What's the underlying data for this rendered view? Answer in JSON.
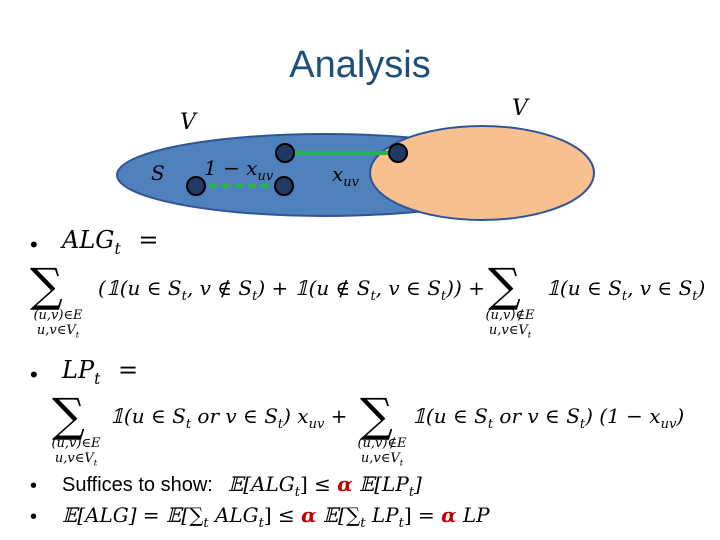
{
  "title": "Analysis",
  "diagram": {
    "label_left_set": "V",
    "label_right_set": "V",
    "label_inner_set": "S",
    "label_edge_cut": "1 − x",
    "label_edge_cut_sub": "uv",
    "label_edge_in": "x",
    "label_edge_in_sub": "uv",
    "colors": {
      "outer_ellipse": "#4f81bd",
      "inner_ellipse": "#f9c08f",
      "edge_green": "#28b34b",
      "node": "#1f3a63"
    }
  },
  "alg": {
    "bullet": "•",
    "lhs": "ALG",
    "lhs_sub": "t",
    "eq": "=",
    "sum1_sub_line1": "(u,v)∈E",
    "sum1_sub_line2": "u,v∈V",
    "sum1_sub_line2_sub": "t",
    "term1": "(𝟙(u ∈ S",
    "term1_a": ", v ∉ S",
    "term1_b": ") + 𝟙(u ∉ S",
    "term1_c": ", v ∈ S",
    "term1_d": ")) +",
    "sum2_sub_line1": "(u,v)∉E",
    "sum2_sub_line2": "u,v∈V",
    "sum2_sub_line2_sub": "t",
    "term2": "𝟙(u ∈ S",
    "term2_a": ", v ∈ S",
    "term2_b": ")",
    "t": "t"
  },
  "lp": {
    "bullet": "•",
    "lhs": "LP",
    "lhs_sub": "t",
    "eq": "=",
    "sum1_sub_line1": "(u,v)∈E",
    "sum1_sub_line2": "u,v∈V",
    "sum1_sub_line2_sub": "t",
    "term1": "𝟙(u ∈ S",
    "term1_a": " or v ∈ S",
    "term1_b": ") x",
    "term1_x_sub": "uv",
    "term1_plus": " +",
    "sum2_sub_line1": "(u,v)∉E",
    "sum2_sub_line2": "u,v∈V",
    "sum2_sub_line2_sub": "t",
    "term2": "𝟙(u ∈ S",
    "term2_a": " or v ∈ S",
    "term2_b": ") (1  − x",
    "term2_x_sub": "uv",
    "term2_close": ")",
    "t": "t"
  },
  "suffices": {
    "bullet": "•",
    "text": "Suffices to show:",
    "expr_a": "𝔼[ALG",
    "expr_a_sub": "t",
    "expr_b": "] ≤ ",
    "alpha": "α",
    "expr_c": " 𝔼[LP",
    "expr_c_sub": "t",
    "expr_d": "]"
  },
  "final": {
    "bullet": "•",
    "expr_a": "𝔼[ALG] = 𝔼[∑",
    "expr_a_sub": "t",
    "expr_b": " ALG",
    "expr_b_sub": "t",
    "expr_c": "] ≤ ",
    "alpha1": "α",
    "expr_d": " 𝔼[∑",
    "expr_d_sub": "t",
    "expr_e": " LP",
    "expr_e_sub": "t",
    "expr_f": "] = ",
    "alpha2": "α",
    "expr_g": " LP"
  }
}
